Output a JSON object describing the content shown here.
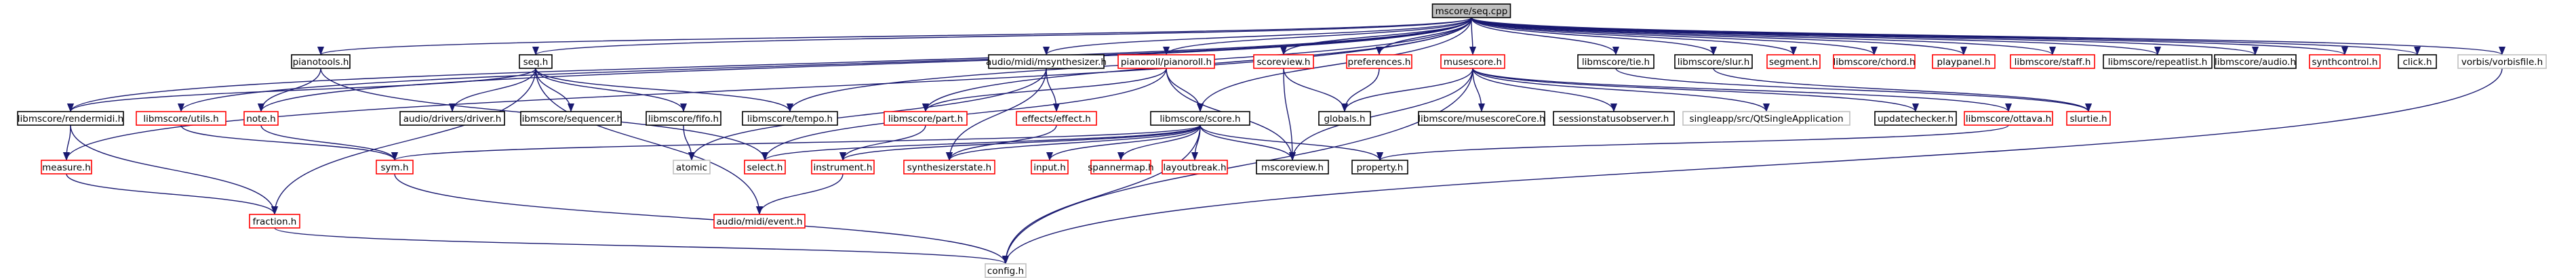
{
  "graph": {
    "root": "mscore/seq.cpp",
    "colors": {
      "root_fill": "#bfbfbf",
      "root_stroke": "#000000",
      "node_stroke": "#000000",
      "missing_stroke": "#ff0000",
      "external_stroke": "#bfbfbf",
      "edge": "#191970",
      "external_text": "#555555"
    },
    "nodes": [
      {
        "id": "root",
        "label": "mscore/seq.cpp",
        "kind": "root"
      },
      {
        "id": "pianotools",
        "label": "pianotools.h",
        "kind": "normal"
      },
      {
        "id": "seq",
        "label": "seq.h",
        "kind": "normal"
      },
      {
        "id": "msynth",
        "label": "audio/midi/msynthesizer.h",
        "kind": "normal"
      },
      {
        "id": "pianoroll",
        "label": "pianoroll/pianoroll.h",
        "kind": "missing"
      },
      {
        "id": "scoreview",
        "label": "scoreview.h",
        "kind": "missing"
      },
      {
        "id": "preferences",
        "label": "preferences.h",
        "kind": "missing"
      },
      {
        "id": "musescore",
        "label": "musescore.h",
        "kind": "missing"
      },
      {
        "id": "tie",
        "label": "libmscore/tie.h",
        "kind": "normal"
      },
      {
        "id": "slur",
        "label": "libmscore/slur.h",
        "kind": "normal"
      },
      {
        "id": "segment",
        "label": "segment.h",
        "kind": "missing"
      },
      {
        "id": "chord",
        "label": "libmscore/chord.h",
        "kind": "missing"
      },
      {
        "id": "playpanel",
        "label": "playpanel.h",
        "kind": "missing"
      },
      {
        "id": "staff",
        "label": "libmscore/staff.h",
        "kind": "missing"
      },
      {
        "id": "repeatlist",
        "label": "libmscore/repeatlist.h",
        "kind": "normal"
      },
      {
        "id": "audio",
        "label": "libmscore/audio.h",
        "kind": "normal"
      },
      {
        "id": "synthcontrol",
        "label": "synthcontrol.h",
        "kind": "missing"
      },
      {
        "id": "click",
        "label": "click.h",
        "kind": "normal"
      },
      {
        "id": "vorbis",
        "label": "vorbis/vorbisfile.h",
        "kind": "external"
      },
      {
        "id": "rendermidi",
        "label": "libmscore/rendermidi.h",
        "kind": "normal"
      },
      {
        "id": "utils",
        "label": "libmscore/utils.h",
        "kind": "missing"
      },
      {
        "id": "note",
        "label": "note.h",
        "kind": "missing"
      },
      {
        "id": "driver",
        "label": "audio/drivers/driver.h",
        "kind": "normal"
      },
      {
        "id": "sequencer",
        "label": "libmscore/sequencer.h",
        "kind": "normal"
      },
      {
        "id": "fifo",
        "label": "libmscore/fifo.h",
        "kind": "normal"
      },
      {
        "id": "tempo",
        "label": "libmscore/tempo.h",
        "kind": "normal"
      },
      {
        "id": "part",
        "label": "libmscore/part.h",
        "kind": "missing"
      },
      {
        "id": "effect",
        "label": "effects/effect.h",
        "kind": "missing"
      },
      {
        "id": "score",
        "label": "libmscore/score.h",
        "kind": "normal"
      },
      {
        "id": "globals",
        "label": "globals.h",
        "kind": "normal"
      },
      {
        "id": "musescoreCore",
        "label": "libmscore/musescoreCore.h",
        "kind": "normal"
      },
      {
        "id": "sessionstatus",
        "label": "sessionstatusobserver.h",
        "kind": "normal"
      },
      {
        "id": "qtsingle",
        "label": "singleapp/src/QtSingleApplication",
        "kind": "external"
      },
      {
        "id": "updatechecker",
        "label": "updatechecker.h",
        "kind": "normal"
      },
      {
        "id": "ottava",
        "label": "libmscore/ottava.h",
        "kind": "missing"
      },
      {
        "id": "slurtie",
        "label": "slurtie.h",
        "kind": "missing"
      },
      {
        "id": "measure",
        "label": "measure.h",
        "kind": "missing"
      },
      {
        "id": "sym",
        "label": "sym.h",
        "kind": "missing"
      },
      {
        "id": "atomic",
        "label": "atomic",
        "kind": "external"
      },
      {
        "id": "select",
        "label": "select.h",
        "kind": "missing"
      },
      {
        "id": "instrument",
        "label": "instrument.h",
        "kind": "missing"
      },
      {
        "id": "synthstate",
        "label": "synthesizerstate.h",
        "kind": "missing"
      },
      {
        "id": "input",
        "label": "input.h",
        "kind": "missing"
      },
      {
        "id": "spannermap",
        "label": "spannermap.h",
        "kind": "missing"
      },
      {
        "id": "layoutbreak",
        "label": "layoutbreak.h",
        "kind": "missing"
      },
      {
        "id": "mscoreview",
        "label": "mscoreview.h",
        "kind": "normal"
      },
      {
        "id": "property",
        "label": "property.h",
        "kind": "normal"
      },
      {
        "id": "event",
        "label": "audio/midi/event.h",
        "kind": "missing"
      },
      {
        "id": "fraction",
        "label": "fraction.h",
        "kind": "missing"
      },
      {
        "id": "config",
        "label": "config.h",
        "kind": "external"
      }
    ],
    "edges": [
      [
        "root",
        "pianotools"
      ],
      [
        "root",
        "seq"
      ],
      [
        "root",
        "msynth"
      ],
      [
        "root",
        "pianoroll"
      ],
      [
        "root",
        "scoreview"
      ],
      [
        "root",
        "preferences"
      ],
      [
        "root",
        "musescore"
      ],
      [
        "root",
        "tie"
      ],
      [
        "root",
        "slur"
      ],
      [
        "root",
        "segment"
      ],
      [
        "root",
        "chord"
      ],
      [
        "root",
        "playpanel"
      ],
      [
        "root",
        "staff"
      ],
      [
        "root",
        "repeatlist"
      ],
      [
        "root",
        "audio"
      ],
      [
        "root",
        "synthcontrol"
      ],
      [
        "root",
        "click"
      ],
      [
        "root",
        "vorbis"
      ],
      [
        "root",
        "rendermidi"
      ],
      [
        "root",
        "utils"
      ],
      [
        "root",
        "note"
      ],
      [
        "root",
        "measure"
      ],
      [
        "root",
        "tempo"
      ],
      [
        "root",
        "part"
      ],
      [
        "root",
        "score"
      ],
      [
        "pianotools",
        "note"
      ],
      [
        "pianotools",
        "select"
      ],
      [
        "seq",
        "rendermidi"
      ],
      [
        "seq",
        "driver"
      ],
      [
        "seq",
        "sequencer"
      ],
      [
        "seq",
        "fifo"
      ],
      [
        "seq",
        "tempo"
      ],
      [
        "seq",
        "fraction"
      ],
      [
        "seq",
        "event"
      ],
      [
        "msynth",
        "effect"
      ],
      [
        "msynth",
        "atomic"
      ],
      [
        "msynth",
        "synthstate"
      ],
      [
        "pianoroll",
        "part"
      ],
      [
        "pianoroll",
        "score"
      ],
      [
        "pianoroll",
        "mscoreview"
      ],
      [
        "pianoroll",
        "select"
      ],
      [
        "scoreview",
        "mscoreview"
      ],
      [
        "scoreview",
        "globals"
      ],
      [
        "preferences",
        "globals"
      ],
      [
        "musescore",
        "globals"
      ],
      [
        "musescore",
        "musescoreCore"
      ],
      [
        "musescore",
        "sessionstatus"
      ],
      [
        "musescore",
        "qtsingle"
      ],
      [
        "musescore",
        "updatechecker"
      ],
      [
        "musescore",
        "ottava"
      ],
      [
        "musescore",
        "mscoreview"
      ],
      [
        "musescore",
        "config"
      ],
      [
        "tie",
        "slurtie"
      ],
      [
        "slur",
        "slurtie"
      ],
      [
        "rendermidi",
        "measure"
      ],
      [
        "rendermidi",
        "fraction"
      ],
      [
        "utils",
        "sym"
      ],
      [
        "note",
        "sym"
      ],
      [
        "fifo",
        "atomic"
      ],
      [
        "part",
        "instrument"
      ],
      [
        "effect",
        "synthstate"
      ],
      [
        "score",
        "sym"
      ],
      [
        "score",
        "select"
      ],
      [
        "score",
        "instrument"
      ],
      [
        "score",
        "synthstate"
      ],
      [
        "score",
        "input"
      ],
      [
        "score",
        "spannermap"
      ],
      [
        "score",
        "layoutbreak"
      ],
      [
        "score",
        "mscoreview"
      ],
      [
        "score",
        "property"
      ],
      [
        "score",
        "config"
      ],
      [
        "ottava",
        "property"
      ],
      [
        "instrument",
        "event"
      ],
      [
        "measure",
        "fraction"
      ],
      [
        "fraction",
        "config"
      ],
      [
        "sym",
        "config"
      ],
      [
        "vorbis",
        "config"
      ]
    ]
  }
}
